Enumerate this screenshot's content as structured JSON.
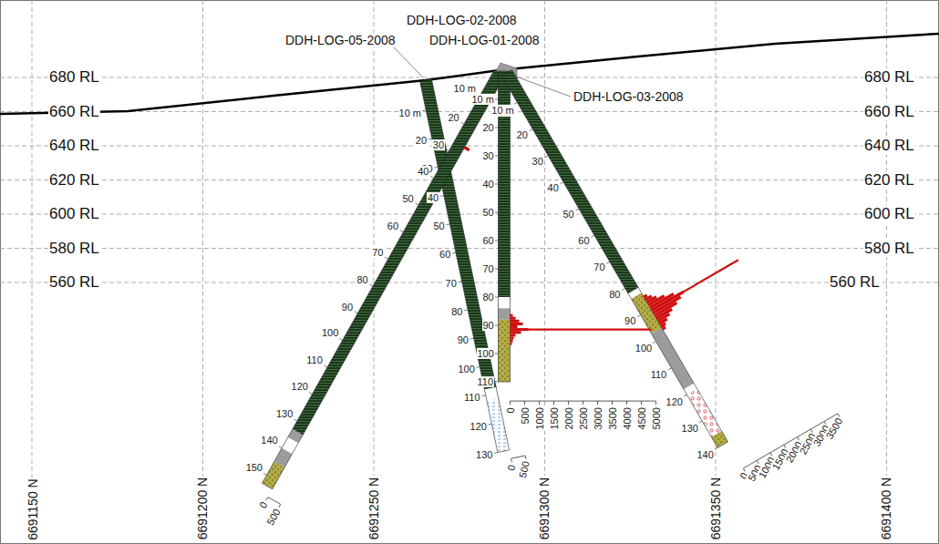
{
  "diagram": {
    "labels": [
      "DDH-LOG-02-2008",
      "DDH-LOG-05-2008",
      "DDH-LOG-01-2008",
      "DDH-LOG-03-2008",
      "680 RL",
      "660 RL",
      "640 RL",
      "620 RL",
      "600 RL",
      "580 RL",
      "560 RL",
      "680 RL",
      "660 RL",
      "640 RL",
      "620 RL",
      "600 RL",
      "580 RL",
      "560 RL",
      "6691150 N",
      "6691200 N",
      "6691250 N",
      "6691300 N",
      "6691350 N",
      "6691400 N",
      "10 m",
      "20",
      "30",
      "40",
      "50",
      "60",
      "70",
      "80",
      "90",
      "100",
      "110",
      "120",
      "130",
      "10 m",
      "20",
      "30",
      "40",
      "50",
      "60",
      "70",
      "80",
      "90",
      "100",
      "110",
      "120",
      "130",
      "140",
      "150",
      "10 m",
      "20",
      "30",
      "40",
      "50",
      "60",
      "70",
      "80",
      "90",
      "100",
      "110",
      "10 m",
      "20",
      "30",
      "40",
      "50",
      "60",
      "70",
      "80",
      "90",
      "100",
      "110",
      "120",
      "130",
      "140",
      "0",
      "500",
      "1000",
      "1500",
      "2000",
      "2500",
      "3000",
      "3500",
      "4000",
      "4500",
      "5000",
      "0",
      "500",
      "1000",
      "1500",
      "2000",
      "2500",
      "3000",
      "3500",
      "0",
      "500",
      "0",
      "500"
    ]
  }
}
